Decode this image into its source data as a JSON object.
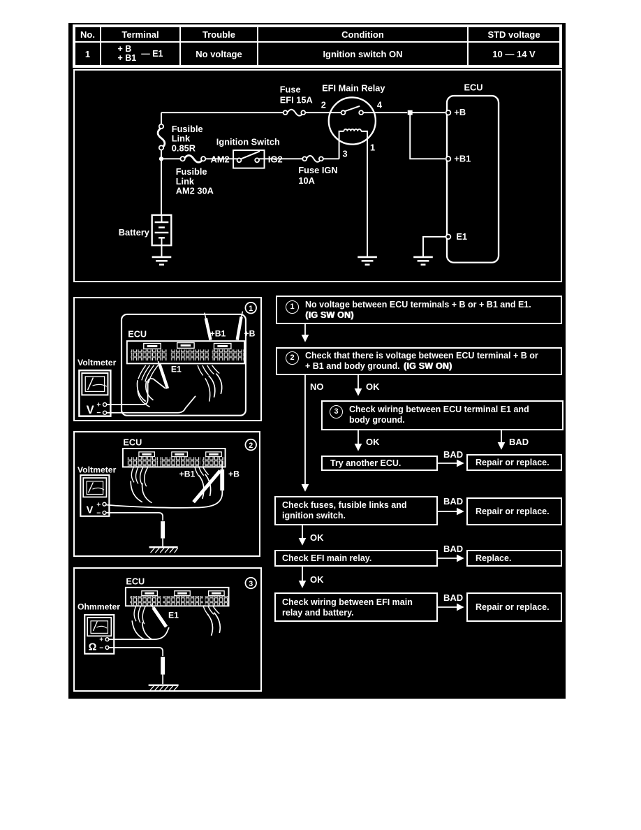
{
  "table": {
    "headers": [
      "No.",
      "Terminal",
      "Trouble",
      "Condition",
      "STD voltage"
    ],
    "row": {
      "no": "1",
      "terminal_top": "+ B",
      "terminal_bottom": "+ B1",
      "terminal_suffix": "— E1",
      "trouble": "No voltage",
      "condition": "Ignition switch ON",
      "std_voltage": "10 — 14 V"
    }
  },
  "circuit": {
    "fuse_efi_line1": "Fuse",
    "fuse_efi_line2": "EFI 15A",
    "fl1_line1": "Fusible",
    "fl1_line2": "Link",
    "fl1_line3": "0.85R",
    "fl2_line1": "Fusible",
    "fl2_line2": "Link",
    "fl2_line3": "AM2 30A",
    "ignition_switch": "Ignition Switch",
    "am2": "AM2",
    "ig2": "IG2",
    "fuse_ign_line1": "Fuse IGN",
    "fuse_ign_line2": "10A",
    "relay": "EFI Main Relay",
    "pin2": "2",
    "pin4": "4",
    "pin3": "3",
    "pin1": "1",
    "ecu": "ECU",
    "b": "+B",
    "b1": "+B1",
    "e1": "E1",
    "battery": "Battery"
  },
  "panels": [
    {
      "num": "1",
      "meter": "Voltmeter",
      "symbol": "V",
      "plus": "+",
      "minus": "−",
      "ecu": "ECU",
      "b1": "+B1",
      "b": "+B",
      "e1": "E1"
    },
    {
      "num": "2",
      "meter": "Voltmeter",
      "symbol": "V",
      "plus": "+",
      "minus": "−",
      "ecu": "ECU",
      "b1": "+B1",
      "b": "+B"
    },
    {
      "num": "3",
      "meter": "Ohmmeter",
      "symbol": "Ω",
      "plus": "+",
      "minus": "−",
      "ecu": "ECU",
      "e1": "E1"
    }
  ],
  "flowchart": {
    "s1_num": "1",
    "s1_l1": "No voltage between ECU terminals + B or + B1 and E1.",
    "s1_l2": "(IG SW ON)",
    "s2_num": "2",
    "s2_l1": "Check that there is voltage between ECU terminal + B or",
    "s2_l2a": "+ B1 and body ground.",
    "s2_l2b": "(IG SW ON)",
    "s3_num": "3",
    "s3_l1": "Check wiring between ECU terminal E1 and",
    "s3_l2": "body ground.",
    "try_ecu": "Try another ECU.",
    "repair": "Repair or replace.",
    "fuses_l1": "Check fuses, fusible links and",
    "fuses_l2": "ignition switch.",
    "relay": "Check EFI main relay.",
    "replace": "Replace.",
    "wiring_l1": "Check wiring between EFI main",
    "wiring_l2": "relay and battery.",
    "no": "NO",
    "ok": "OK",
    "bad": "BAD"
  },
  "colors": {
    "page_bg": "#ffffff",
    "panel_bg": "#000000",
    "ink": "#ffffff"
  }
}
